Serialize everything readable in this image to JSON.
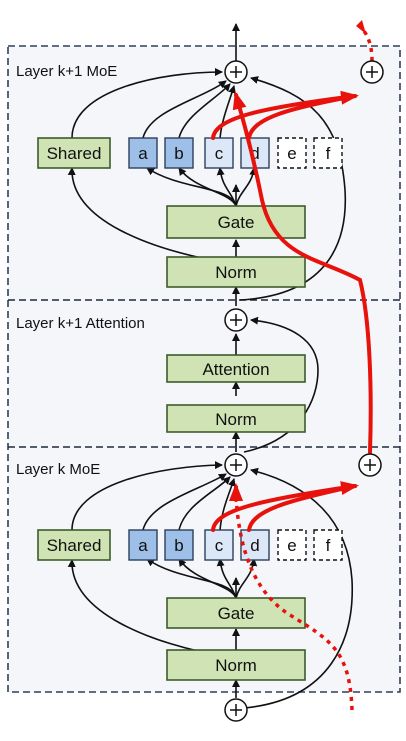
{
  "sections": {
    "layer_k1_moe": "Layer k+1 MoE",
    "layer_k1_attention": "Layer k+1 Attention",
    "layer_k_moe": "Layer k MoE"
  },
  "blocks": {
    "shared": "Shared",
    "gate": "Gate",
    "norm": "Norm",
    "attention": "Attention"
  },
  "experts": [
    "a",
    "b",
    "c",
    "d",
    "e",
    "f"
  ],
  "colors": {
    "panel_bg": "#f4f6fa",
    "block_green": "#cfe3b4",
    "expert_blue": "#9dbfe8",
    "expert_light_blue": "#dce8f7",
    "path_red": "#e8120c"
  }
}
